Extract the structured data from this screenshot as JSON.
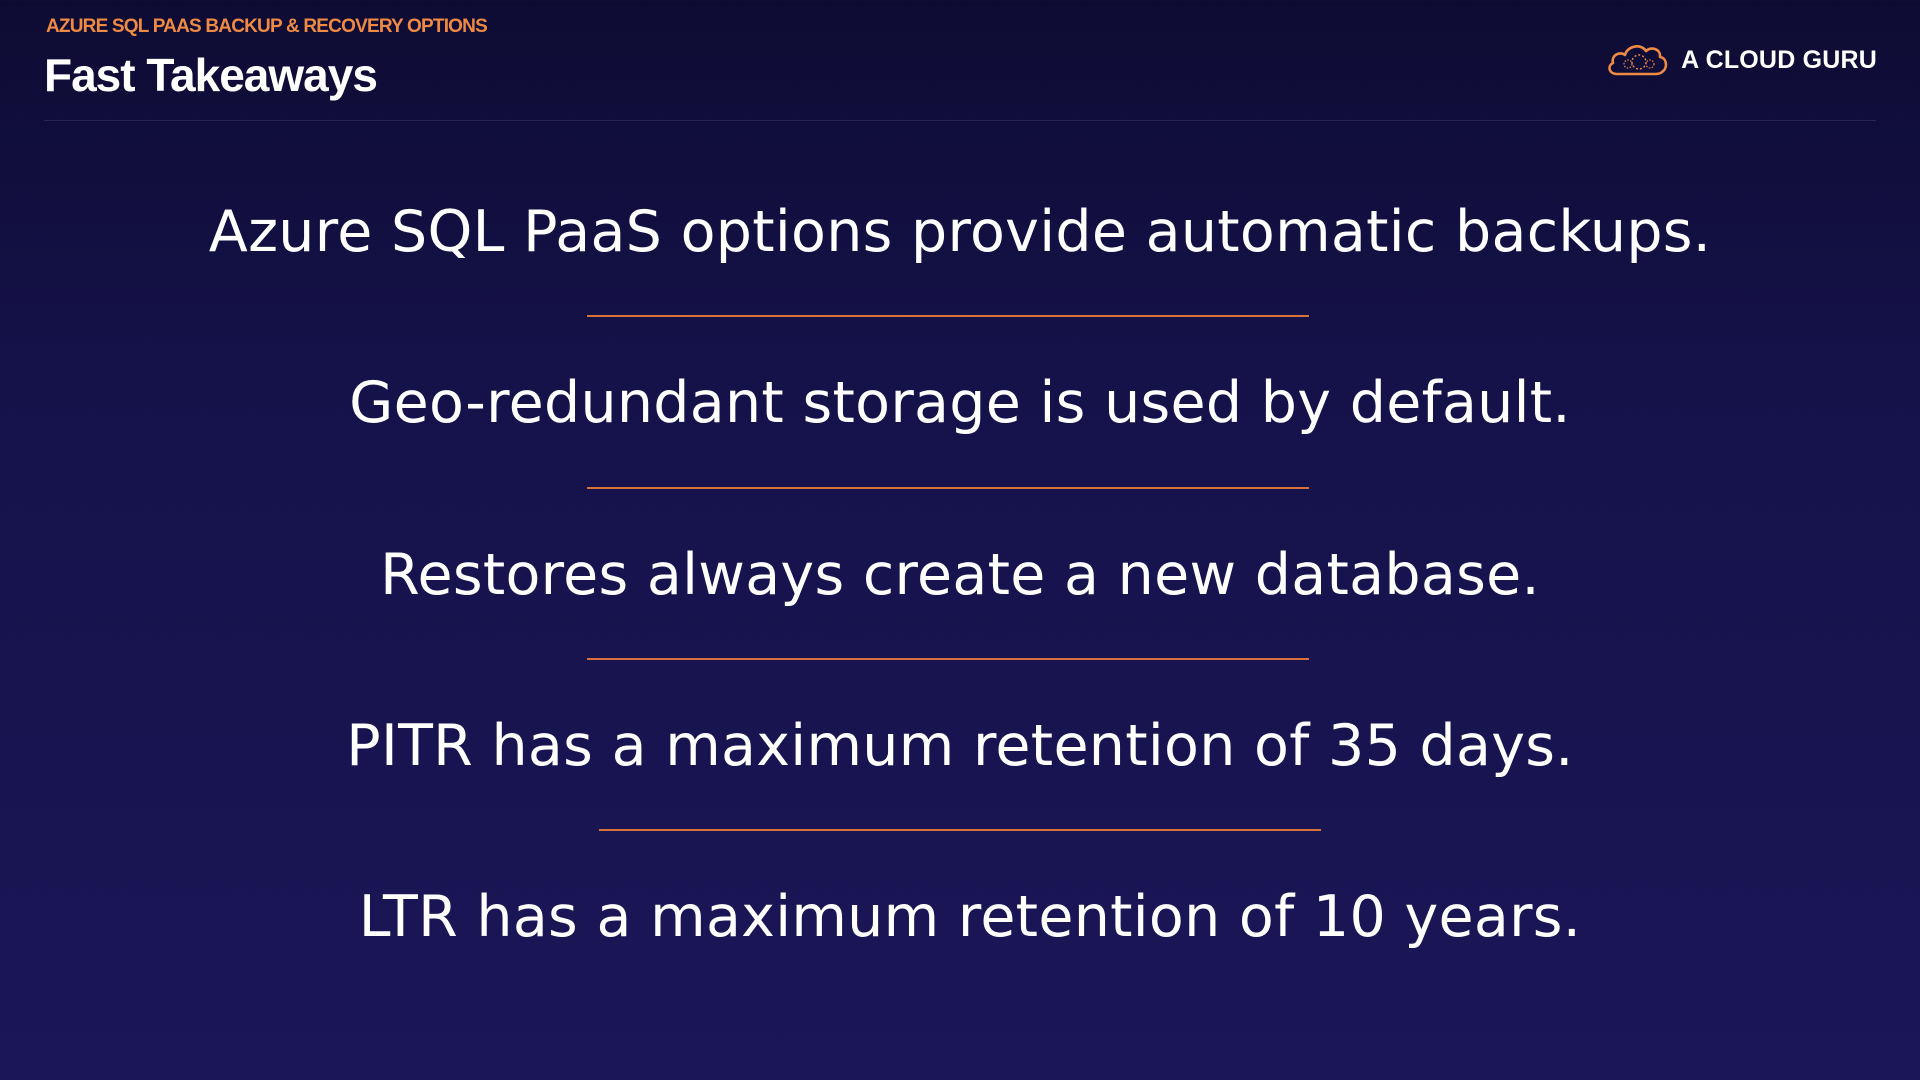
{
  "header": {
    "eyebrow": "AZURE SQL PAAS BACKUP & RECOVERY OPTIONS",
    "title": "Fast Takeaways",
    "brand": {
      "name": "A CLOUD GURU",
      "logo_icon": "cloud-logo-icon"
    }
  },
  "takeaways": [
    "Azure SQL PaaS options provide automatic backups.",
    "Geo-redundant storage is used by default.",
    "Restores always create a new database.",
    "PITR has a maximum retention of 35 days.",
    "LTR has a maximum retention of 10 years."
  ],
  "colors": {
    "accent": "#ee8a43",
    "divider": "#d9713a",
    "background_top": "#0e0b33",
    "background_bottom": "#1b1657",
    "text": "#ffffff"
  }
}
